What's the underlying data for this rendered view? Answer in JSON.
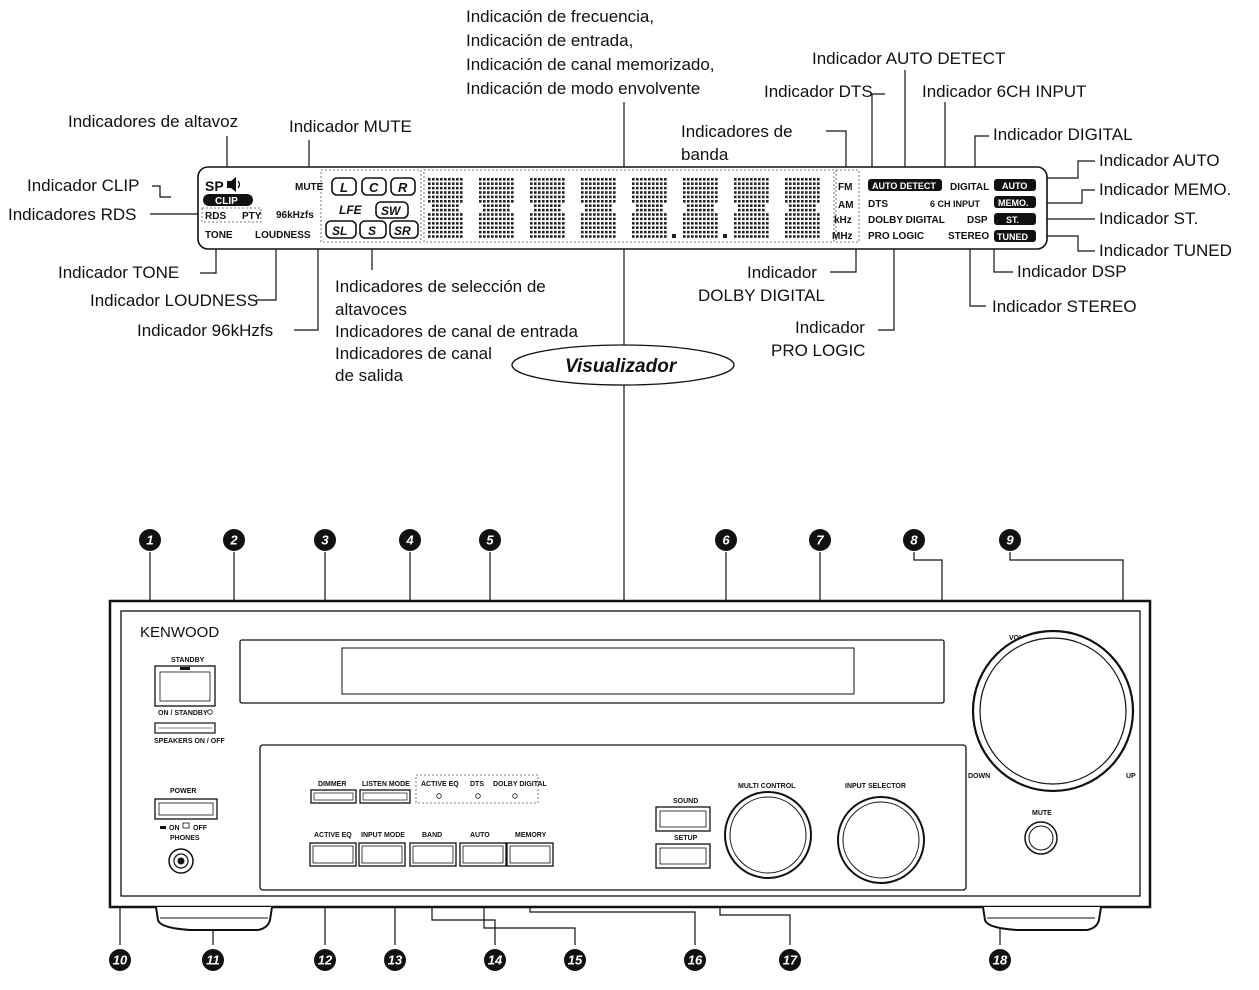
{
  "top_labels": {
    "freq_block": [
      "Indicación de frecuencia,",
      "Indicación de entrada,",
      "Indicación de canal memorizado,",
      "Indicación de modo envolvente"
    ],
    "auto_detect": "Indicador AUTO DETECT",
    "dts": "Indicador DTS",
    "six_ch": "Indicador 6CH INPUT",
    "altavoz": "Indicadores de altavoz",
    "mute": "Indicador MUTE",
    "banda": [
      "Indicadores  de",
      "banda"
    ],
    "digital": "Indicador DIGITAL",
    "auto": "Indicador AUTO",
    "clip": "Indicador CLIP",
    "memo": "Indicador MEMO.",
    "rds": "Indicadores RDS",
    "st": "Indicador ST.",
    "tuned": "Indicador TUNED",
    "tone": "Indicador TONE",
    "dsp": "Indicador DSP",
    "loudness": "Indicador LOUDNESS",
    "dolby": [
      "Indicador",
      "DOLBY DIGITAL"
    ],
    "stereo": "Indicador STEREO",
    "khz96": "Indicador 96kHzfs",
    "prologic": [
      "Indicador",
      "PRO LOGIC"
    ],
    "seleccion": [
      "Indicadores de selección de",
      "altavoces",
      "Indicadores de canal de entrada",
      "Indicadores de canal",
      "de salida"
    ],
    "visualizador": "Visualizador"
  },
  "display": {
    "sp": "SP",
    "clip": "CLIP",
    "rds": "RDS",
    "pty": "PTY",
    "tone": "TONE",
    "loudness": "LOUDNESS",
    "mute": "MUTE",
    "khz96": "96kHzfs",
    "ch_l": "L",
    "ch_c": "C",
    "ch_r": "R",
    "lfe": "LFE",
    "sw": "SW",
    "sl": "SL",
    "s": "S",
    "sr": "SR",
    "fm": "FM",
    "am": "AM",
    "khz": "kHz",
    "mhz": "MHz",
    "auto_detect": "AUTO DETECT",
    "digital": "DIGITAL",
    "auto": "AUTO",
    "memo": "MEMO.",
    "st": "ST.",
    "tuned": "TUNED",
    "dts": "DTS",
    "six_ch": "6 CH INPUT",
    "dolby": "DOLBY DIGITAL",
    "dsp": "DSP",
    "prologic": "PRO LOGIC",
    "stereo": "STEREO"
  },
  "panel": {
    "brand": "KENWOOD",
    "standby": "STANDBY",
    "on_standby": "ON / STANDBY",
    "speakers": "SPEAKERS ON / OFF",
    "power": "POWER",
    "on": "ON",
    "off": "OFF",
    "phones": "PHONES",
    "dimmer": "DIMMER",
    "listen_mode": "LISTEN MODE",
    "active_eq_ind": "ACTIVE EQ",
    "dts_ind": "DTS",
    "dolby_ind": "DOLBY DIGITAL",
    "active_eq": "ACTIVE EQ",
    "input_mode": "INPUT MODE",
    "band": "BAND",
    "auto": "AUTO",
    "memory": "MEMORY",
    "sound": "SOUND",
    "setup": "SETUP",
    "multi_control": "MULTI CONTROL",
    "input_selector": "INPUT SELECTOR",
    "volume_control": "VOLUME CONTROL",
    "down": "DOWN",
    "up": "UP",
    "mute": "MUTE"
  },
  "callouts": [
    "1",
    "2",
    "3",
    "4",
    "5",
    "6",
    "7",
    "8",
    "9",
    "10",
    "11",
    "12",
    "13",
    "14",
    "15",
    "16",
    "17",
    "18"
  ]
}
